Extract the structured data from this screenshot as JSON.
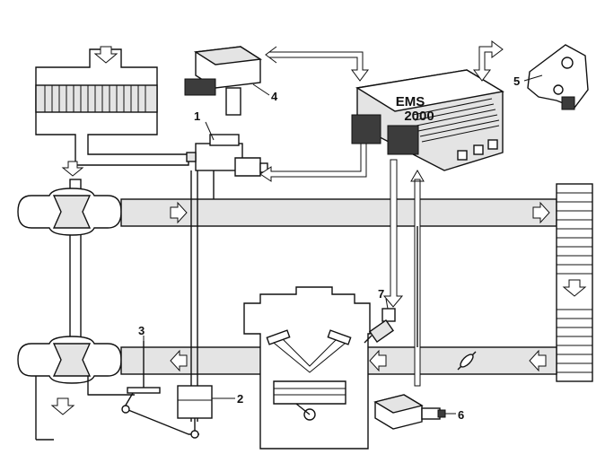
{
  "labels": {
    "part1": "1",
    "part2": "2",
    "part3": "3",
    "part4": "4",
    "part5": "5",
    "part6": "6",
    "part7": "7"
  },
  "ems": {
    "line1": "EMS",
    "line2": "2000"
  },
  "colors": {
    "duct_fill": "#e4e4e4",
    "line": "#111111",
    "connector": "#3c3c3c",
    "background": "#ffffff"
  }
}
